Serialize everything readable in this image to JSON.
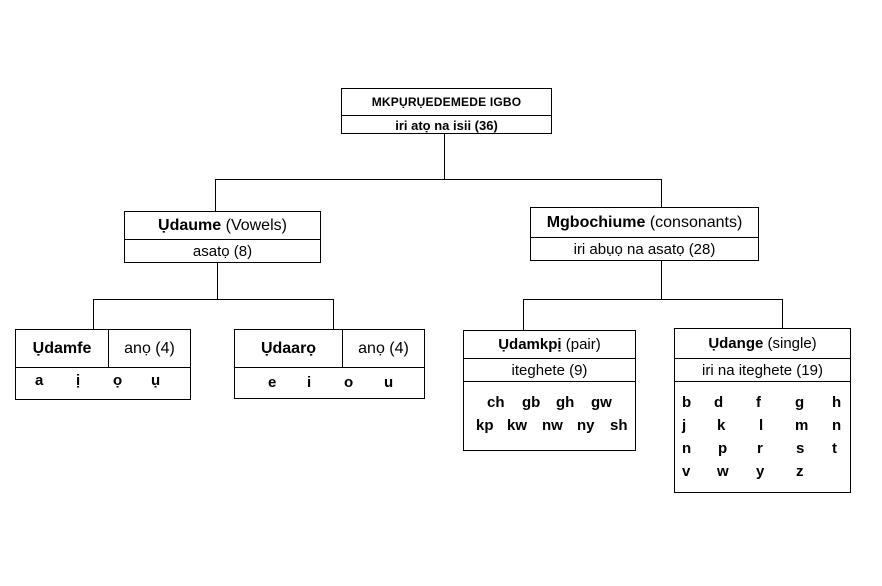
{
  "root": {
    "title": "MKPỤRỤEDEMEDE IGBO",
    "subtitle": "iri atọ na isii (36)"
  },
  "vowels": {
    "name": "Ụdaume",
    "gloss": "(Vowels)",
    "count": "asatọ (8)",
    "udamfe": {
      "name": "Ụdamfe",
      "count": "anọ (4)",
      "letters": [
        "a",
        "ị",
        "ọ",
        "ụ"
      ]
    },
    "udaaro": {
      "name": "Ụdaarọ",
      "count": "anọ (4)",
      "letters": [
        "e",
        "i",
        "o",
        "u"
      ]
    }
  },
  "consonants": {
    "name": "Mgbochiume",
    "gloss": "(consonants)",
    "count": "iri abụọ na asatọ (28)",
    "udamkpi": {
      "name": "Ụdamkpị",
      "gloss": "(pair)",
      "count": "iteghete (9)",
      "letters": [
        [
          "ch",
          "gb",
          "gh",
          "gw"
        ],
        [
          "kp",
          "kw",
          "nw",
          "ny",
          "sh"
        ]
      ]
    },
    "udange": {
      "name": "Ụdange",
      "gloss": "(single)",
      "count": "iri na iteghete (19)",
      "letters": [
        [
          "b",
          "d",
          "f",
          "g",
          "h"
        ],
        [
          "j",
          "k",
          "l",
          "m",
          "n"
        ],
        [
          "n",
          "p",
          "r",
          "s",
          "t"
        ],
        [
          "v",
          "w",
          "y",
          "z"
        ]
      ]
    }
  }
}
